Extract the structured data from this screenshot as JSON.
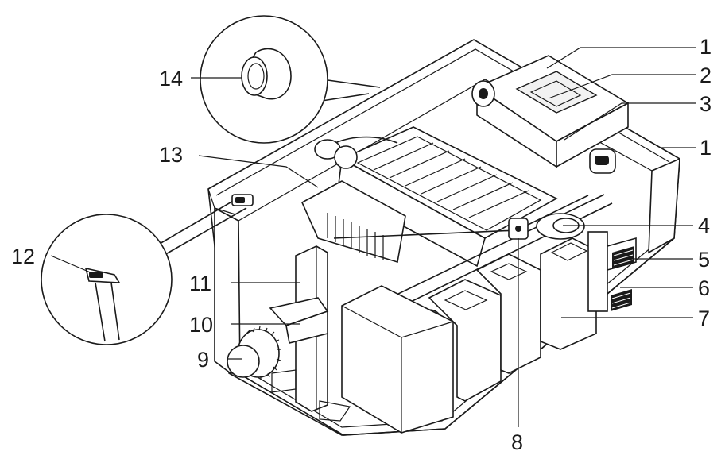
{
  "diagram": {
    "callouts": [
      {
        "id": "1a",
        "label": "1"
      },
      {
        "id": "2",
        "label": "2"
      },
      {
        "id": "3",
        "label": "3"
      },
      {
        "id": "1b",
        "label": "1"
      },
      {
        "id": "4",
        "label": "4"
      },
      {
        "id": "5",
        "label": "5"
      },
      {
        "id": "6",
        "label": "6"
      },
      {
        "id": "7",
        "label": "7"
      },
      {
        "id": "8",
        "label": "8"
      },
      {
        "id": "9",
        "label": "9"
      },
      {
        "id": "10",
        "label": "10"
      },
      {
        "id": "11",
        "label": "11"
      },
      {
        "id": "12",
        "label": "12"
      },
      {
        "id": "13",
        "label": "13"
      },
      {
        "id": "14",
        "label": "14"
      }
    ]
  }
}
